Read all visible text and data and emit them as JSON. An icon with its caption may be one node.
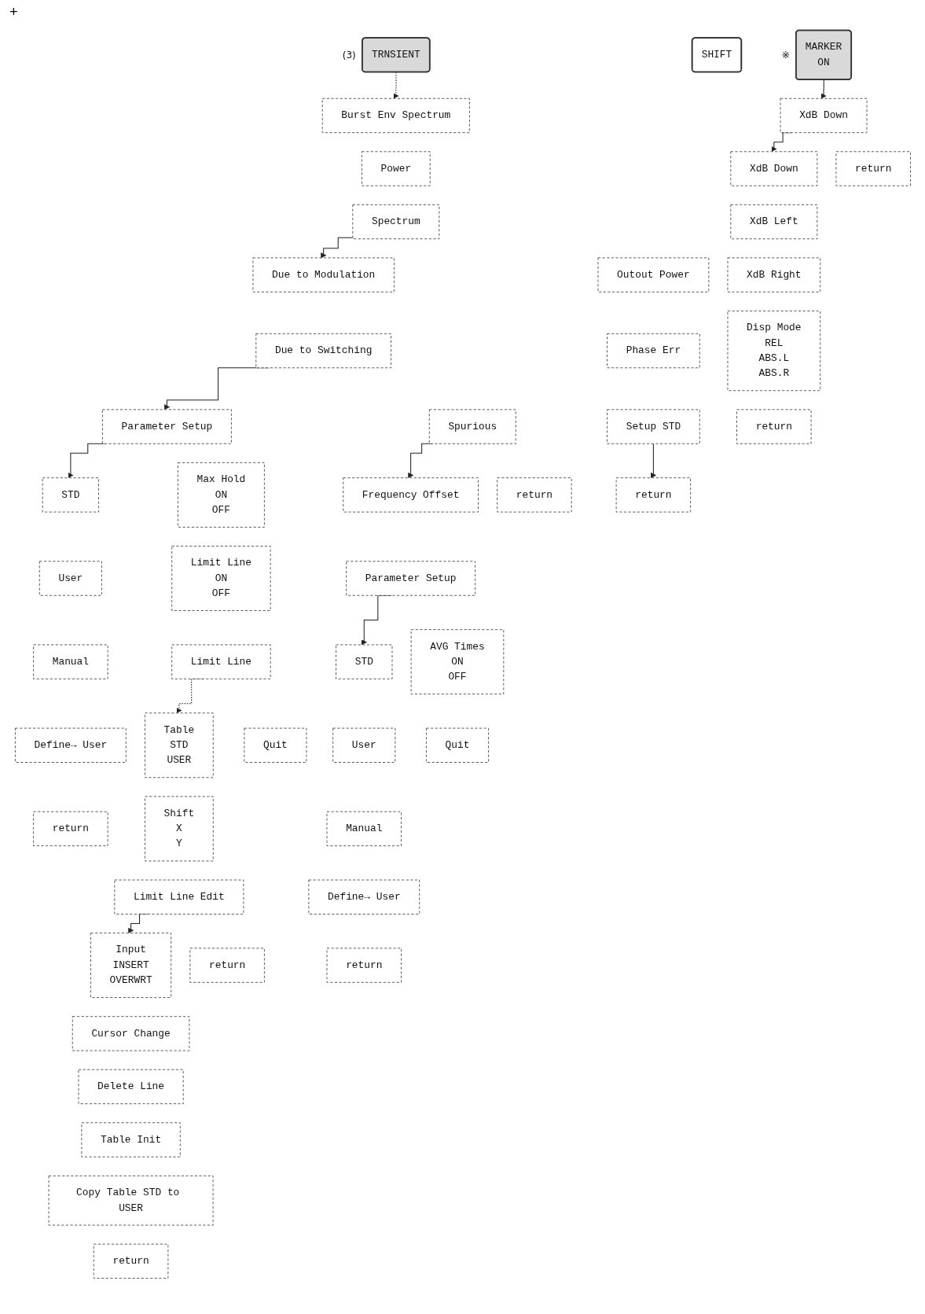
{
  "diagram": {
    "nodes": [
      {
        "text": [
          "TRNSIENT"
        ],
        "beside": [
          "(3)"
        ]
      },
      {
        "text": [
          "Burst Env Spectrum"
        ]
      },
      {
        "text": [
          "Power"
        ]
      },
      {
        "text": [
          "Spectrum"
        ]
      },
      {
        "text": [
          "Outout Power"
        ]
      },
      {
        "text": [
          "Phase Err"
        ]
      },
      {
        "text": [
          "Setup STD"
        ]
      },
      {
        "text": [
          "return"
        ]
      },
      {
        "text": [
          "Due to Modulation"
        ]
      },
      {
        "text": [
          "Due to Switching"
        ]
      },
      {
        "text": [
          "Spurious"
        ]
      },
      {
        "text": [
          "return"
        ]
      },
      {
        "text": [
          "Parameter Setup"
        ]
      },
      {
        "text": [
          "Max Hold",
          "ON",
          "OFF"
        ]
      },
      {
        "text": [
          "Limit Line",
          "ON",
          "OFF"
        ]
      },
      {
        "text": [
          "Limit Line"
        ]
      },
      {
        "text": [
          "Quit"
        ]
      },
      {
        "text": [
          "Table",
          "STD",
          "USER"
        ]
      },
      {
        "text": [
          "Shift",
          "X",
          "Y"
        ]
      },
      {
        "text": [
          "Limit Line Edit"
        ]
      },
      {
        "text": [
          "return"
        ]
      },
      {
        "text": [
          "STD"
        ]
      },
      {
        "text": [
          "User"
        ]
      },
      {
        "text": [
          "Manual"
        ]
      },
      {
        "text": [
          "Define→ User"
        ]
      },
      {
        "text": [
          "return"
        ]
      },
      {
        "text": [
          "Frequency Offset"
        ]
      },
      {
        "text": [
          "Parameter Setup"
        ]
      },
      {
        "text": [
          "AVG Times",
          "ON",
          "OFF"
        ]
      },
      {
        "text": [
          "Quit"
        ]
      },
      {
        "text": [
          "STD"
        ]
      },
      {
        "text": [
          "User"
        ]
      },
      {
        "text": [
          "Manual"
        ]
      },
      {
        "text": [
          "Define→ User"
        ]
      },
      {
        "text": [
          "return"
        ]
      },
      {
        "text": [
          "Input",
          "INSERT",
          "OVERWRT"
        ]
      },
      {
        "text": [
          "Cursor Change"
        ]
      },
      {
        "text": [
          "Delete Line"
        ]
      },
      {
        "text": [
          "Table Init"
        ]
      },
      {
        "text": [
          "Copy Table STD to USER"
        ]
      },
      {
        "text": [
          "return"
        ]
      },
      {
        "text": [
          "SHIFT"
        ]
      },
      {
        "text": [
          "MARKER",
          "ON"
        ],
        "beside": [
          "※"
        ]
      },
      {
        "text": [
          "XdB Down"
        ]
      },
      {
        "text": [
          "return"
        ]
      },
      {
        "text": [
          "XdB Down"
        ]
      },
      {
        "text": [
          "XdB Left"
        ]
      },
      {
        "text": [
          "XdB Right"
        ]
      },
      {
        "text": [
          "Disp Mode",
          "REL",
          "ABS.L",
          "ABS.R"
        ]
      },
      {
        "text": [
          "return"
        ]
      }
    ],
    "edges": [
      {
        "from": 0,
        "to": 1,
        "arrow": "to",
        "style": "dashed"
      },
      {
        "from": 3,
        "to": 8,
        "arrow": "to"
      },
      {
        "from": 9,
        "to": 12,
        "arrow": "to"
      },
      {
        "from": 12,
        "to": 21,
        "arrow": "to"
      },
      {
        "from": 15,
        "to": 17,
        "arrow": "to",
        "style": "dashed"
      },
      {
        "from": 10,
        "to": 26,
        "arrow": "to"
      },
      {
        "from": 27,
        "to": 30,
        "arrow": "to"
      },
      {
        "from": 19,
        "to": 35,
        "arrow": "to"
      },
      {
        "from": 6,
        "to": 7,
        "arrow": "to"
      },
      {
        "from": 42,
        "to": 43,
        "arrow": "to"
      },
      {
        "from": 43,
        "to": 45,
        "arrow": "to"
      }
    ],
    "labels": [
      "+"
    ]
  }
}
